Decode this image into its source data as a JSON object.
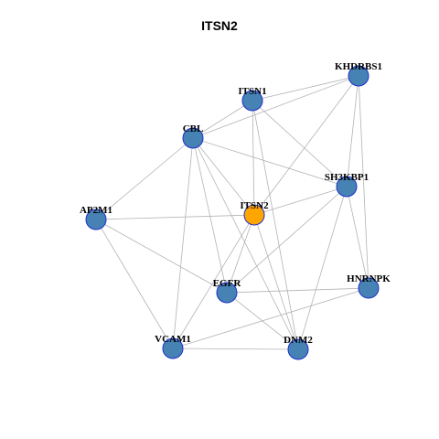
{
  "title": "ITSN2",
  "colors": {
    "node_fill": "#4682B4",
    "node_stroke": "#1F2FCC",
    "center_fill": "#FFA500",
    "edge": "#B3B3B3"
  },
  "nodes": [
    {
      "id": "KHDRBS1",
      "label": "KHDRBS1",
      "center": false
    },
    {
      "id": "ITSN1",
      "label": "ITSN1",
      "center": false
    },
    {
      "id": "CBL",
      "label": "CBL",
      "center": false
    },
    {
      "id": "SH3KBP1",
      "label": "SH3KBP1",
      "center": false
    },
    {
      "id": "ITSN2",
      "label": "ITSN2",
      "center": true
    },
    {
      "id": "AP2M1",
      "label": "AP2M1",
      "center": false
    },
    {
      "id": "HNRNPK",
      "label": "HNRNPK",
      "center": false
    },
    {
      "id": "EGFR",
      "label": "EGFR",
      "center": false
    },
    {
      "id": "VCAM1",
      "label": "VCAM1",
      "center": false
    },
    {
      "id": "DNM2",
      "label": "DNM2",
      "center": false
    }
  ],
  "edges": [
    [
      "KHDRBS1",
      "ITSN1"
    ],
    [
      "KHDRBS1",
      "CBL"
    ],
    [
      "KHDRBS1",
      "SH3KBP1"
    ],
    [
      "KHDRBS1",
      "ITSN2"
    ],
    [
      "KHDRBS1",
      "HNRNPK"
    ],
    [
      "ITSN1",
      "CBL"
    ],
    [
      "ITSN1",
      "SH3KBP1"
    ],
    [
      "ITSN1",
      "ITSN2"
    ],
    [
      "ITSN1",
      "DNM2"
    ],
    [
      "CBL",
      "SH3KBP1"
    ],
    [
      "CBL",
      "ITSN2"
    ],
    [
      "CBL",
      "AP2M1"
    ],
    [
      "CBL",
      "EGFR"
    ],
    [
      "CBL",
      "VCAM1"
    ],
    [
      "CBL",
      "DNM2"
    ],
    [
      "SH3KBP1",
      "ITSN2"
    ],
    [
      "SH3KBP1",
      "HNRNPK"
    ],
    [
      "SH3KBP1",
      "EGFR"
    ],
    [
      "SH3KBP1",
      "DNM2"
    ],
    [
      "ITSN2",
      "AP2M1"
    ],
    [
      "ITSN2",
      "EGFR"
    ],
    [
      "ITSN2",
      "VCAM1"
    ],
    [
      "ITSN2",
      "DNM2"
    ],
    [
      "AP2M1",
      "EGFR"
    ],
    [
      "AP2M1",
      "VCAM1"
    ],
    [
      "HNRNPK",
      "EGFR"
    ],
    [
      "HNRNPK",
      "VCAM1"
    ],
    [
      "EGFR",
      "DNM2"
    ],
    [
      "VCAM1",
      "DNM2"
    ]
  ]
}
